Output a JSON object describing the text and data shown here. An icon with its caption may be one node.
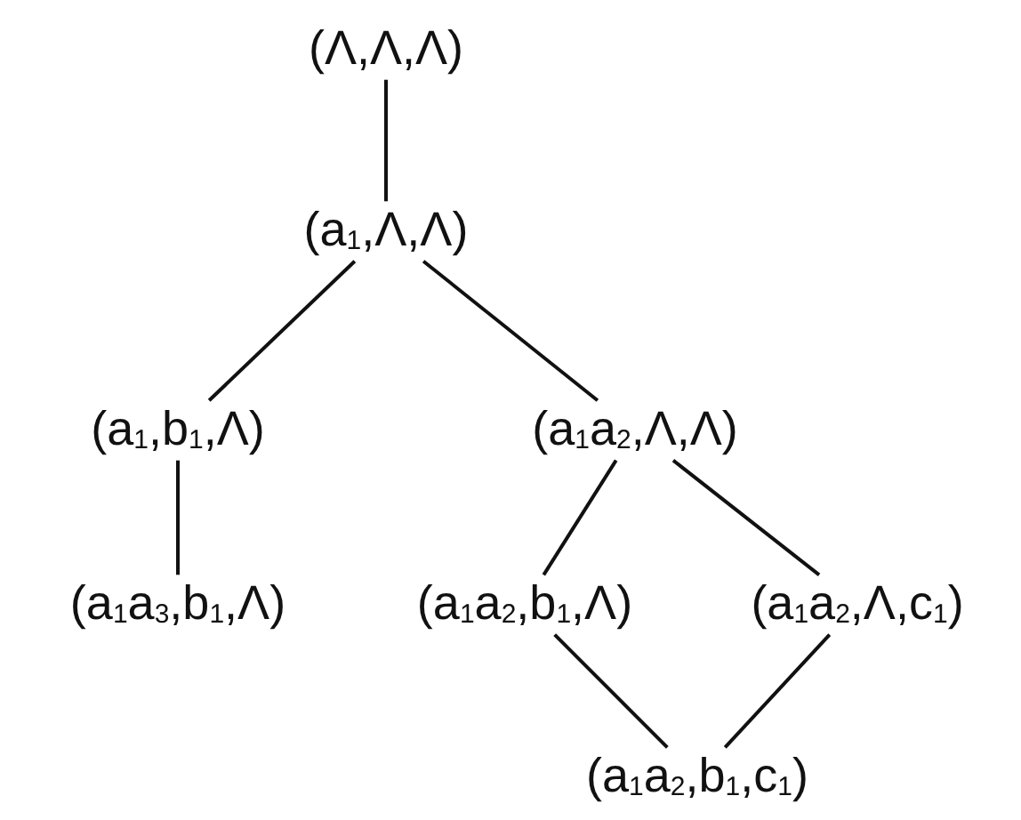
{
  "diagram": {
    "nodes": [
      {
        "text": [
          "(Λ,Λ,Λ)"
        ]
      },
      {
        "text": [
          "(a$_{1}$,Λ,Λ)"
        ]
      },
      {
        "text": [
          "(a$_{1}$,b$_{1}$,Λ)"
        ]
      },
      {
        "text": [
          "(a$_{1}$a$_{2}$,Λ,Λ)"
        ]
      },
      {
        "text": [
          "(a$_{1}$a$_{3}$,b$_{1}$,Λ)"
        ]
      },
      {
        "text": [
          "(a$_{1}$a$_{2}$,b$_{1}$,Λ)"
        ]
      },
      {
        "text": [
          "(a$_{1}$a$_{2}$,Λ,c$_{1}$)"
        ]
      },
      {
        "text": [
          "(a$_{1}$a$_{2}$,b$_{1}$,c$_{1}$)"
        ]
      }
    ],
    "edges": [
      {
        "from": 0,
        "to": 1,
        "arrow": "none"
      },
      {
        "from": 1,
        "to": 2,
        "arrow": "none"
      },
      {
        "from": 1,
        "to": 3,
        "arrow": "none"
      },
      {
        "from": 2,
        "to": 4,
        "arrow": "none"
      },
      {
        "from": 3,
        "to": 5,
        "arrow": "none"
      },
      {
        "from": 3,
        "to": 6,
        "arrow": "none"
      },
      {
        "from": 5,
        "to": 7,
        "arrow": "none"
      },
      {
        "from": 6,
        "to": 7,
        "arrow": "none"
      }
    ]
  }
}
